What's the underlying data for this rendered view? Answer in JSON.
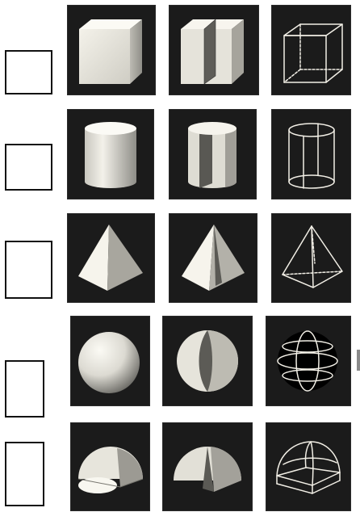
{
  "rows": [
    {
      "shape": "cube",
      "views": [
        "solid",
        "cut",
        "wireframe"
      ]
    },
    {
      "shape": "cylinder",
      "views": [
        "solid",
        "cut",
        "wireframe"
      ]
    },
    {
      "shape": "pyramid",
      "views": [
        "solid",
        "cut",
        "wireframe"
      ]
    },
    {
      "shape": "sphere",
      "views": [
        "solid",
        "cut",
        "wireframe"
      ]
    },
    {
      "shape": "hemisphere",
      "views": [
        "solid",
        "cut",
        "wireframe"
      ]
    }
  ],
  "colors": {
    "tile_background": "#1b1b1b",
    "shape_light": "#f2efe6",
    "shape_shade": "#9a9a94",
    "box_border": "#111111"
  }
}
